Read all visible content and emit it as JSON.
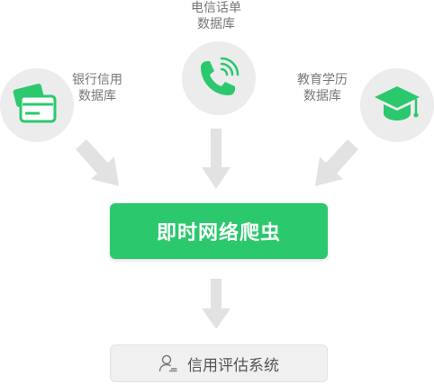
{
  "sources": {
    "bank": {
      "line1": "银行信用",
      "line2": "数据库"
    },
    "telecom": {
      "line1": "电信话单",
      "line2": "数据库"
    },
    "education": {
      "line1": "教育学历",
      "line2": "数据库"
    }
  },
  "crawler": {
    "label": "即时网络爬虫"
  },
  "system": {
    "label": "信用评估系统"
  },
  "colors": {
    "accent": "#2bc86e",
    "arrow": "#e2e2e2",
    "circle": "#ececec"
  }
}
